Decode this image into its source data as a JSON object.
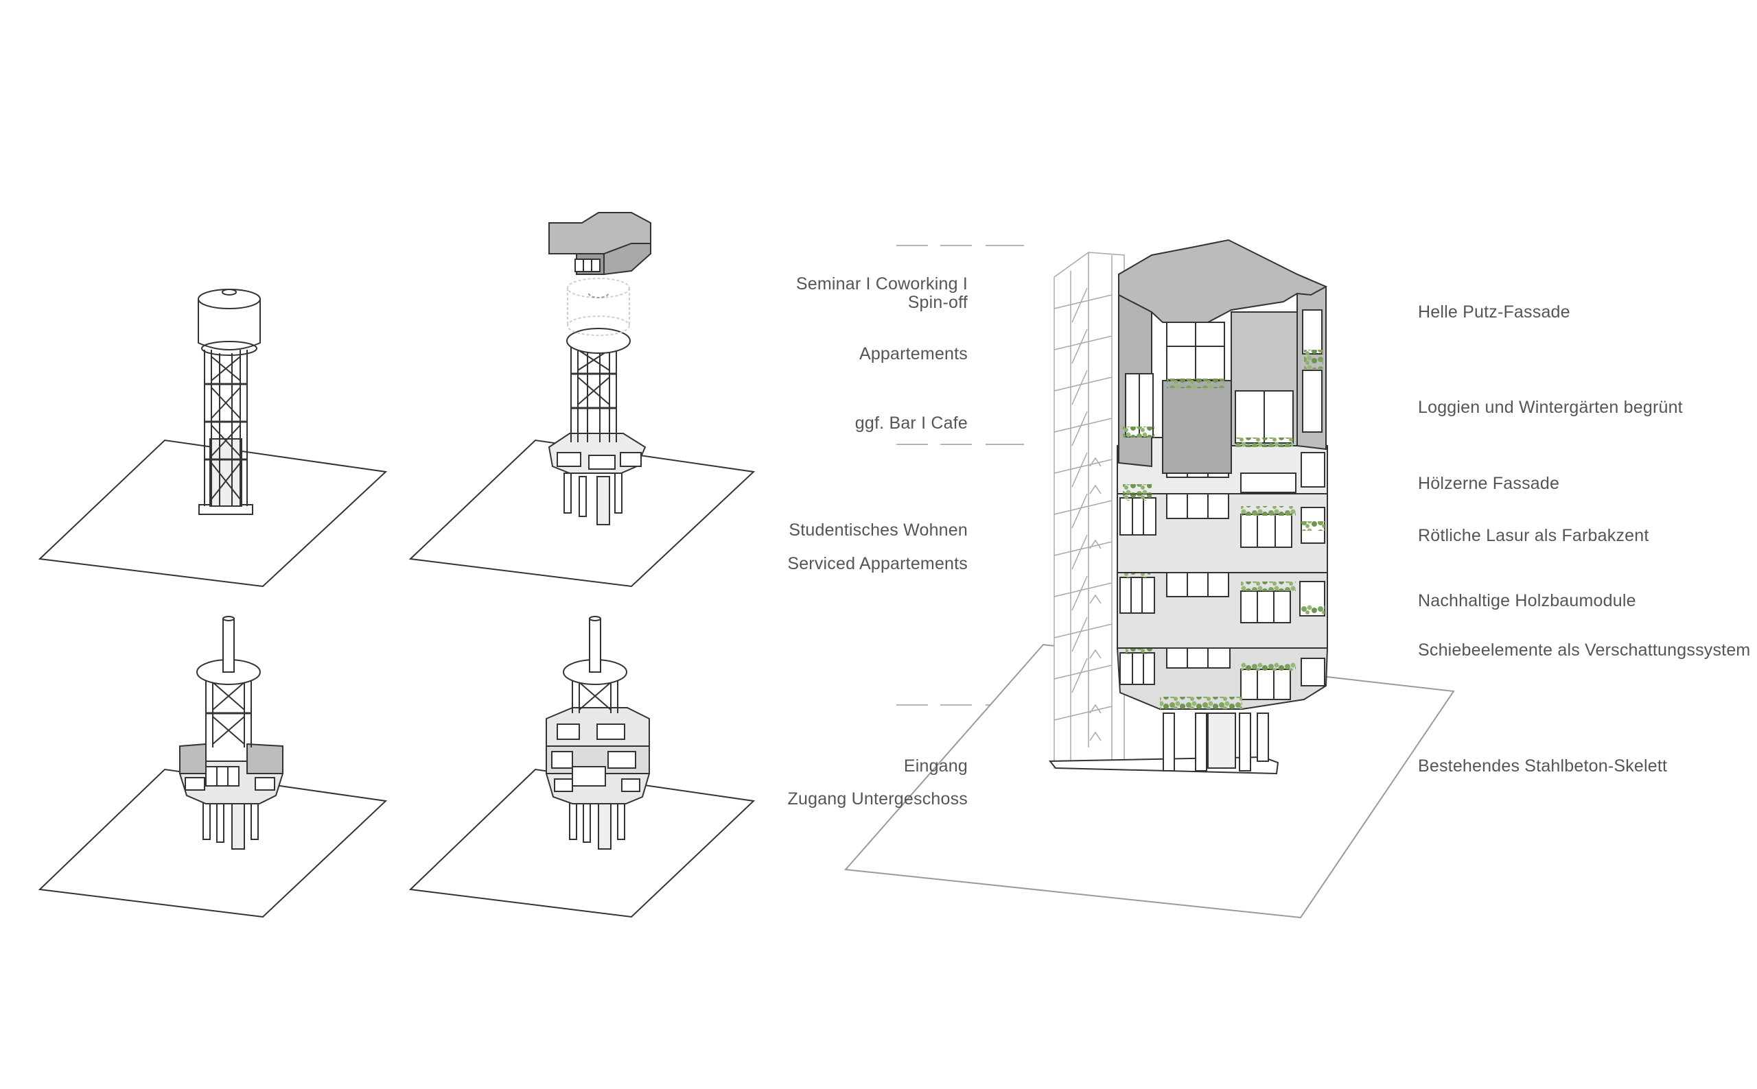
{
  "labels_left": {
    "seminar_line1": "Seminar I Coworking I",
    "seminar_line2": "Spin-off",
    "appartements": "Appartements",
    "bar_cafe": "ggf. Bar I Cafe",
    "studentisches": "Studentisches Wohnen",
    "serviced": "Serviced Appartements",
    "eingang": "Eingang",
    "zugang": "Zugang  Untergeschoss"
  },
  "labels_right": {
    "putz": "Helle Putz-Fassade",
    "loggien": "Loggien und Wintergärten begrünt",
    "holz_fassade": "Hölzerne Fassade",
    "lasur": "Rötliche Lasur als Farbakzent",
    "holzbau": "Nachhaltige Holzbaumodule",
    "schiebe": "Schiebeelemente als Verschattungssystem",
    "skelett": "Bestehendes Stahlbeton-Skelett"
  },
  "colors": {
    "line": "#333333",
    "light_line": "#b5b5b5",
    "roof_gray": "#b8b8b8",
    "wall_gray": "#cfcfcf",
    "module_light": "#e4e4e4",
    "plant_green": "#7fa35f",
    "text": "#555555"
  }
}
